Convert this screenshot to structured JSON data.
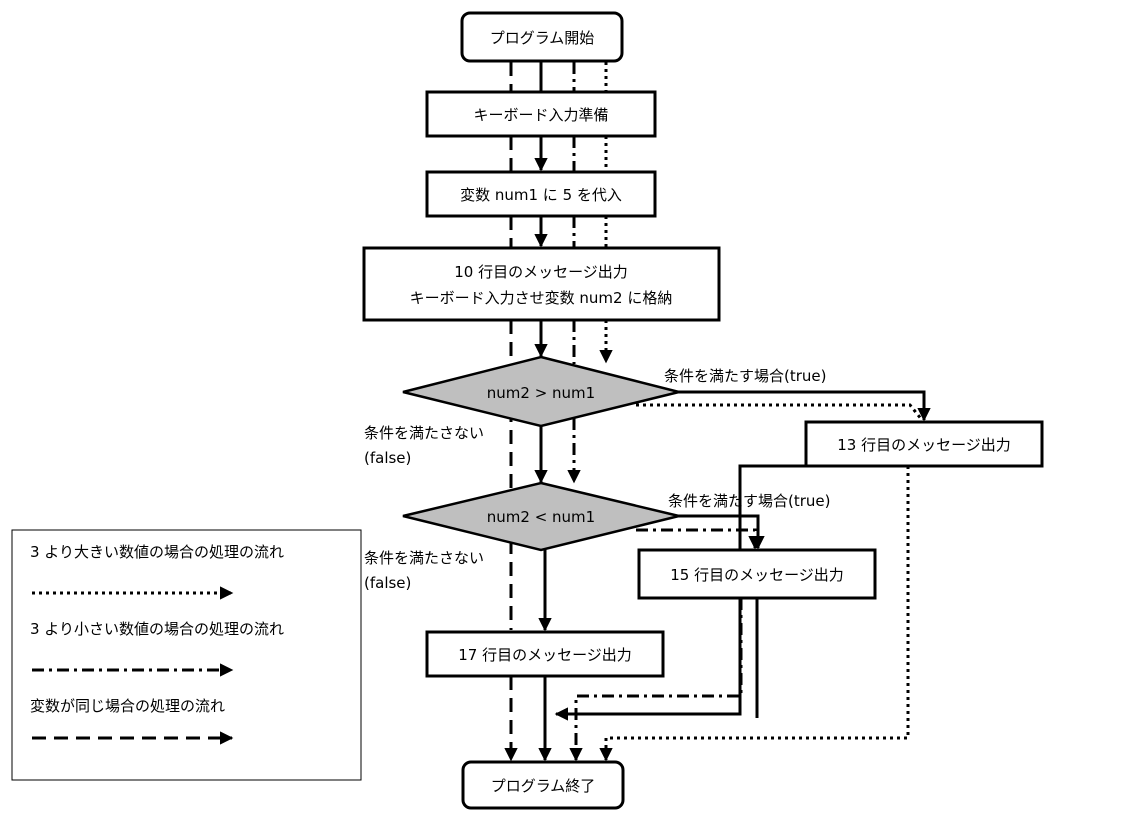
{
  "nodes": {
    "start": "プログラム開始",
    "keyboard_prep": "キーボード入力準備",
    "assign": "変数 num1 に 5 を代入",
    "msg10_line1": "10 行目のメッセージ出力",
    "msg10_line2": "キーボード入力させ変数 num2 に格納",
    "cond1": "num2 > num1",
    "cond2": "num2 < num1",
    "msg13": "13 行目のメッセージ出力",
    "msg15": "15 行目のメッセージ出力",
    "msg17": "17 行目のメッセージ出力",
    "end": "プログラム終了"
  },
  "branch_labels": {
    "true1": "条件を満たす場合(true)",
    "true2": "条件を満たす場合(true)",
    "false1_line1": "条件を満たさない",
    "false1_line2": "(false)",
    "false2_line1": "条件を満たさない",
    "false2_line2": "(false)"
  },
  "legend": {
    "greater": "3 より大きい数値の場合の処理の流れ",
    "less": "3 より小さい数値の場合の処理の流れ",
    "equal": "変数が同じ場合の処理の流れ"
  }
}
